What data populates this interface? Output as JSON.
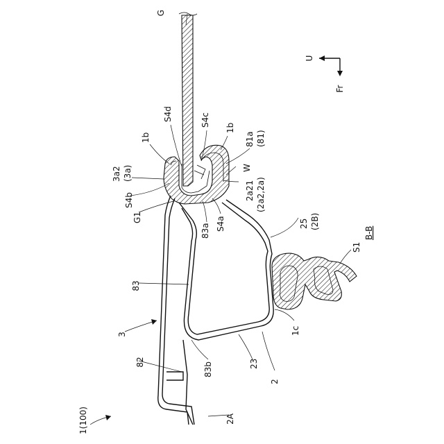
{
  "labels": {
    "G": "G",
    "U": "U",
    "Fr": "Fr",
    "S4d": "S4d",
    "S4c": "S4c",
    "1b_left": "1b",
    "1b_right": "1b",
    "81a": "81a",
    "81": "(81)",
    "3a2": "3a2",
    "3a": "(3a)",
    "W": "W",
    "S4b": "S4b",
    "G1": "G1",
    "83a": "83a",
    "S4a": "S4a",
    "2a21": "2a21",
    "2a21_paren": "(2a2,2a)",
    "25": "25",
    "2B": "(2B)",
    "BB": "B-B",
    "S1": "S1",
    "83": "83",
    "3": "3",
    "82": "82",
    "83b": "83b",
    "1c": "1c",
    "23": "23",
    "2": "2",
    "1_100": "1(100)",
    "2A": "2A"
  }
}
